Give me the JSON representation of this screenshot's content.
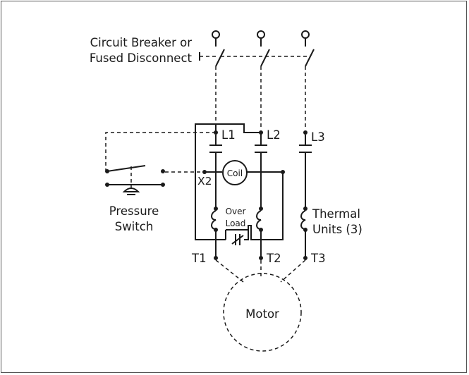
{
  "labels": {
    "breaker_line1": "Circuit Breaker or",
    "breaker_line2": "Fused Disconnect",
    "l1": "L1",
    "l2": "L2",
    "l3": "L3",
    "coil": "Coil",
    "x2": "X2",
    "pressure_line1": "Pressure",
    "pressure_line2": "Switch",
    "over": "Over",
    "load": "Load",
    "thermal_line1": "Thermal",
    "thermal_line2": "Units (3)",
    "t1": "T1",
    "t2": "T2",
    "t3": "T3",
    "motor": "Motor"
  },
  "colors": {
    "line": "#1a1a1a",
    "border": "#555555",
    "background": "#ffffff"
  }
}
